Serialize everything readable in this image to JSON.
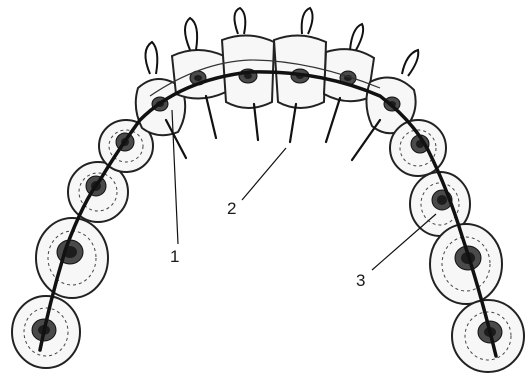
{
  "labels": {
    "label_1": "1",
    "label_2": "2",
    "label_3": "3"
  }
}
